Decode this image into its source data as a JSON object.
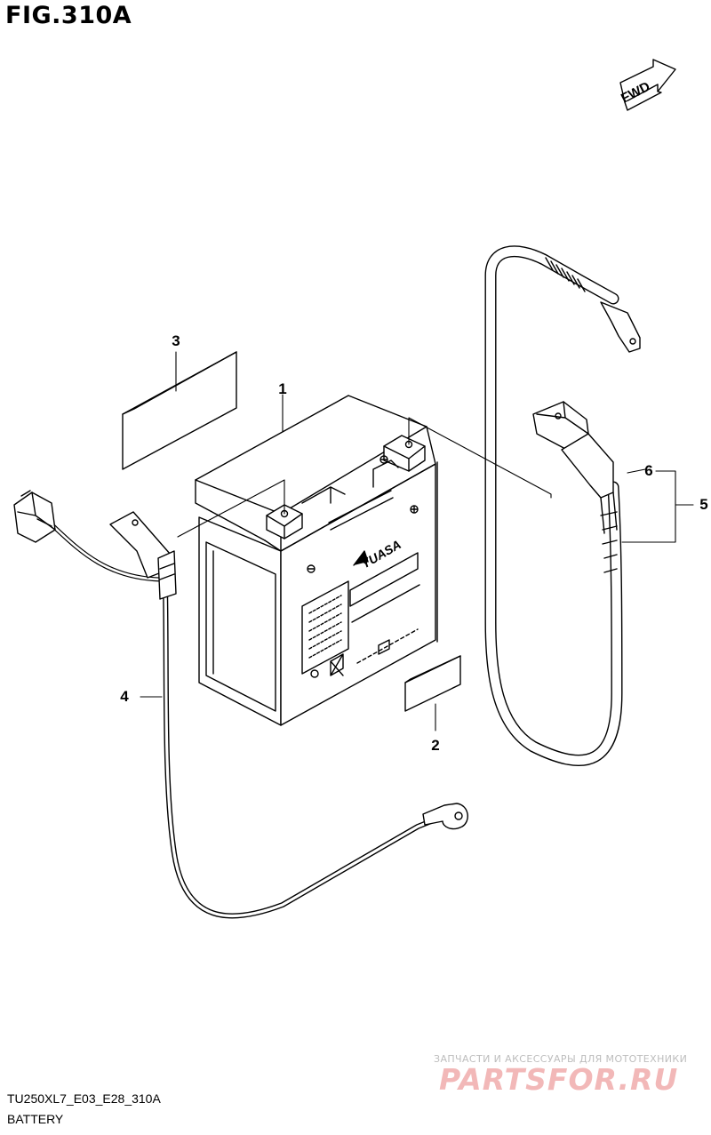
{
  "figure": {
    "title": "FIG.310A",
    "code": "TU250XL7_E03_E28_310A",
    "caption": "BATTERY",
    "fwd_label": "FWD"
  },
  "battery": {
    "brand": "YUASA"
  },
  "callouts": {
    "c1": "1",
    "c2": "2",
    "c3": "3",
    "c4": "4",
    "c5": "5",
    "c6": "6"
  },
  "watermark": {
    "tagline": "ЗАПЧАСТИ И АКСЕССУАРЫ ДЛЯ МОТОТЕХНИКИ",
    "site": "PARTSFOR.RU"
  }
}
